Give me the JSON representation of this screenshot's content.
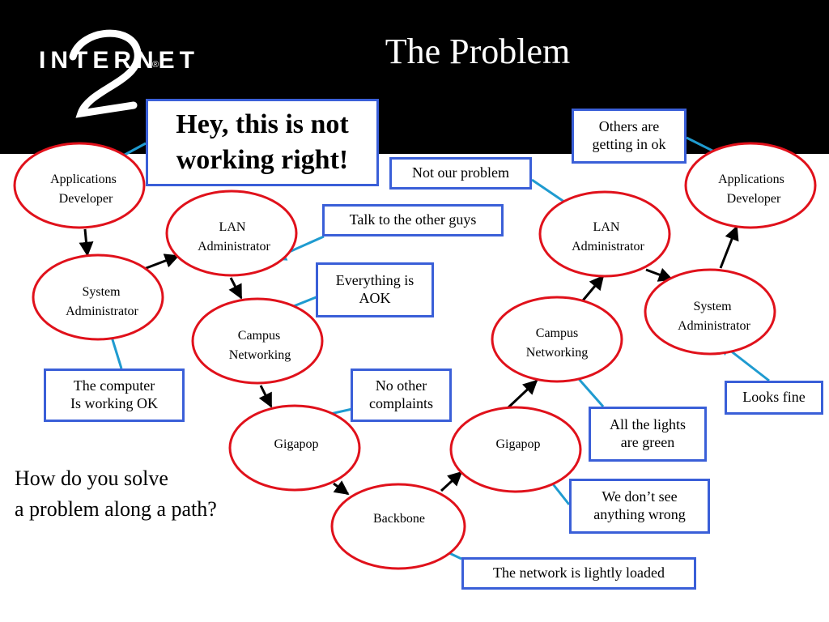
{
  "header": {
    "logo_text": "INTERNET",
    "logo_numeral": "2",
    "logo_reg": "®",
    "title": "The Problem"
  },
  "colors": {
    "node_stroke": "#e0111b",
    "box_border": "#3a5fd8",
    "callout_line": "#1f9bd0",
    "flow_arrow": "#000000",
    "header_bg": "#000000"
  },
  "nodes": [
    {
      "id": "app-dev-left",
      "label": [
        "Applications",
        "Developer"
      ]
    },
    {
      "id": "sys-admin-left",
      "label": [
        "System",
        "Administrator"
      ]
    },
    {
      "id": "lan-admin-left",
      "label": [
        "LAN",
        "Administrator"
      ]
    },
    {
      "id": "campus-left",
      "label": [
        "Campus",
        "Networking"
      ]
    },
    {
      "id": "gigapop-left",
      "label": [
        "Gigapop"
      ]
    },
    {
      "id": "backbone",
      "label": [
        "Backbone"
      ]
    },
    {
      "id": "gigapop-right",
      "label": [
        "Gigapop"
      ]
    },
    {
      "id": "campus-right",
      "label": [
        "Campus",
        "Networking"
      ]
    },
    {
      "id": "lan-admin-right",
      "label": [
        "LAN",
        "Administrator"
      ]
    },
    {
      "id": "sys-admin-right",
      "label": [
        "System",
        "Administrator"
      ]
    },
    {
      "id": "app-dev-right",
      "label": [
        "Applications",
        "Developer"
      ]
    }
  ],
  "callouts": {
    "hey": "Hey, this is not\nworking right!",
    "computer_ok": "The computer\nIs working OK",
    "talk_to_others": "Talk to the other guys",
    "everything_aok": "Everything is\nAOK",
    "no_other_complaints": "No other\ncomplaints",
    "lightly_loaded": "The network is lightly loaded",
    "dont_see_wrong": "We don’t see\nanything wrong",
    "lights_green": "All the lights\nare green",
    "not_our_problem": "Not our problem",
    "looks_fine": "Looks fine",
    "others_ok": "Others are\ngetting in ok"
  },
  "question": "How do you solve\na problem along a path?"
}
